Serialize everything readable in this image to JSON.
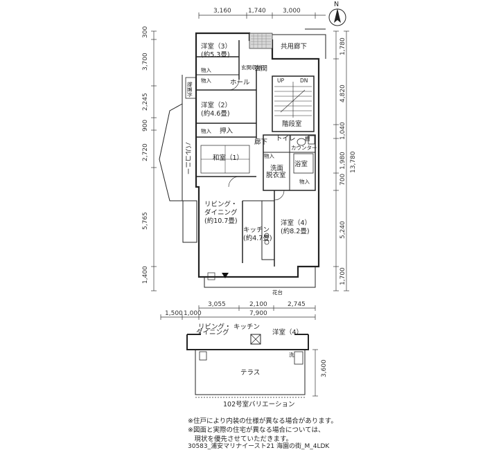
{
  "compass": {
    "north_label": "N"
  },
  "dimensions": {
    "top": [
      "3,160",
      "1,740",
      "3,000"
    ],
    "left": [
      "300",
      "3,700",
      "2,245",
      "900",
      "2,720",
      "5,765",
      "1,400"
    ],
    "right_inner": [
      "1,780",
      "4,820",
      "1,040",
      "1,980",
      "700",
      "5,240",
      "1,700"
    ],
    "right_total": "13,780",
    "bottom_row1": [
      "3,055",
      "2,100",
      "2,745"
    ],
    "bottom_row2": [
      "1,500",
      "1,000"
    ],
    "bottom_total": "7,900",
    "variation_right": "3,600"
  },
  "rooms": {
    "western3_name": "洋室（3）",
    "western3_size": "(約5.3畳)",
    "western2_name": "洋室（2）",
    "western2_size": "(約4.6畳)",
    "japanese1": "和室（1）",
    "living_name": "リビング・",
    "living_name2": "ダイニング",
    "living_size": "(約10.7畳)",
    "kitchen_name": "キッチン",
    "kitchen_size": "(約4.7畳)",
    "western4_name": "洋室（4）",
    "western4_size": "(約8.2畳)",
    "hall": "ホール",
    "entrance": "玄関",
    "shoe_storage": "玄関収納",
    "corridor": "廊下",
    "toilet": "トイレ",
    "counter": "カウンター",
    "shelf": "棚",
    "washroom": "洗面",
    "dressing": "脱衣室",
    "bathroom": "浴室",
    "stairwell": "階段室",
    "common_corridor": "共用廊下",
    "balcony": "バルコニー",
    "oshiire": "押入",
    "closet": "物入",
    "flower_stand": "花台",
    "outdoor_storage": "物置外",
    "up": "UP",
    "dn": "DN"
  },
  "variation": {
    "living_name": "リビング・",
    "living_name2": "ダイニング",
    "kitchen": "キッチン",
    "western4": "洋室（4）",
    "terrace": "テラス",
    "wash": "洗",
    "caption": "102号室バリエーション"
  },
  "notes": [
    "※住戸により内装の仕様が異なる場合があります。",
    "※図面と実際の住宅が異なる場合については、",
    "　現状を優先させていただきます。"
  ],
  "footer": "30583_浦安マリナイースト21 海園の街_M_4LDK"
}
